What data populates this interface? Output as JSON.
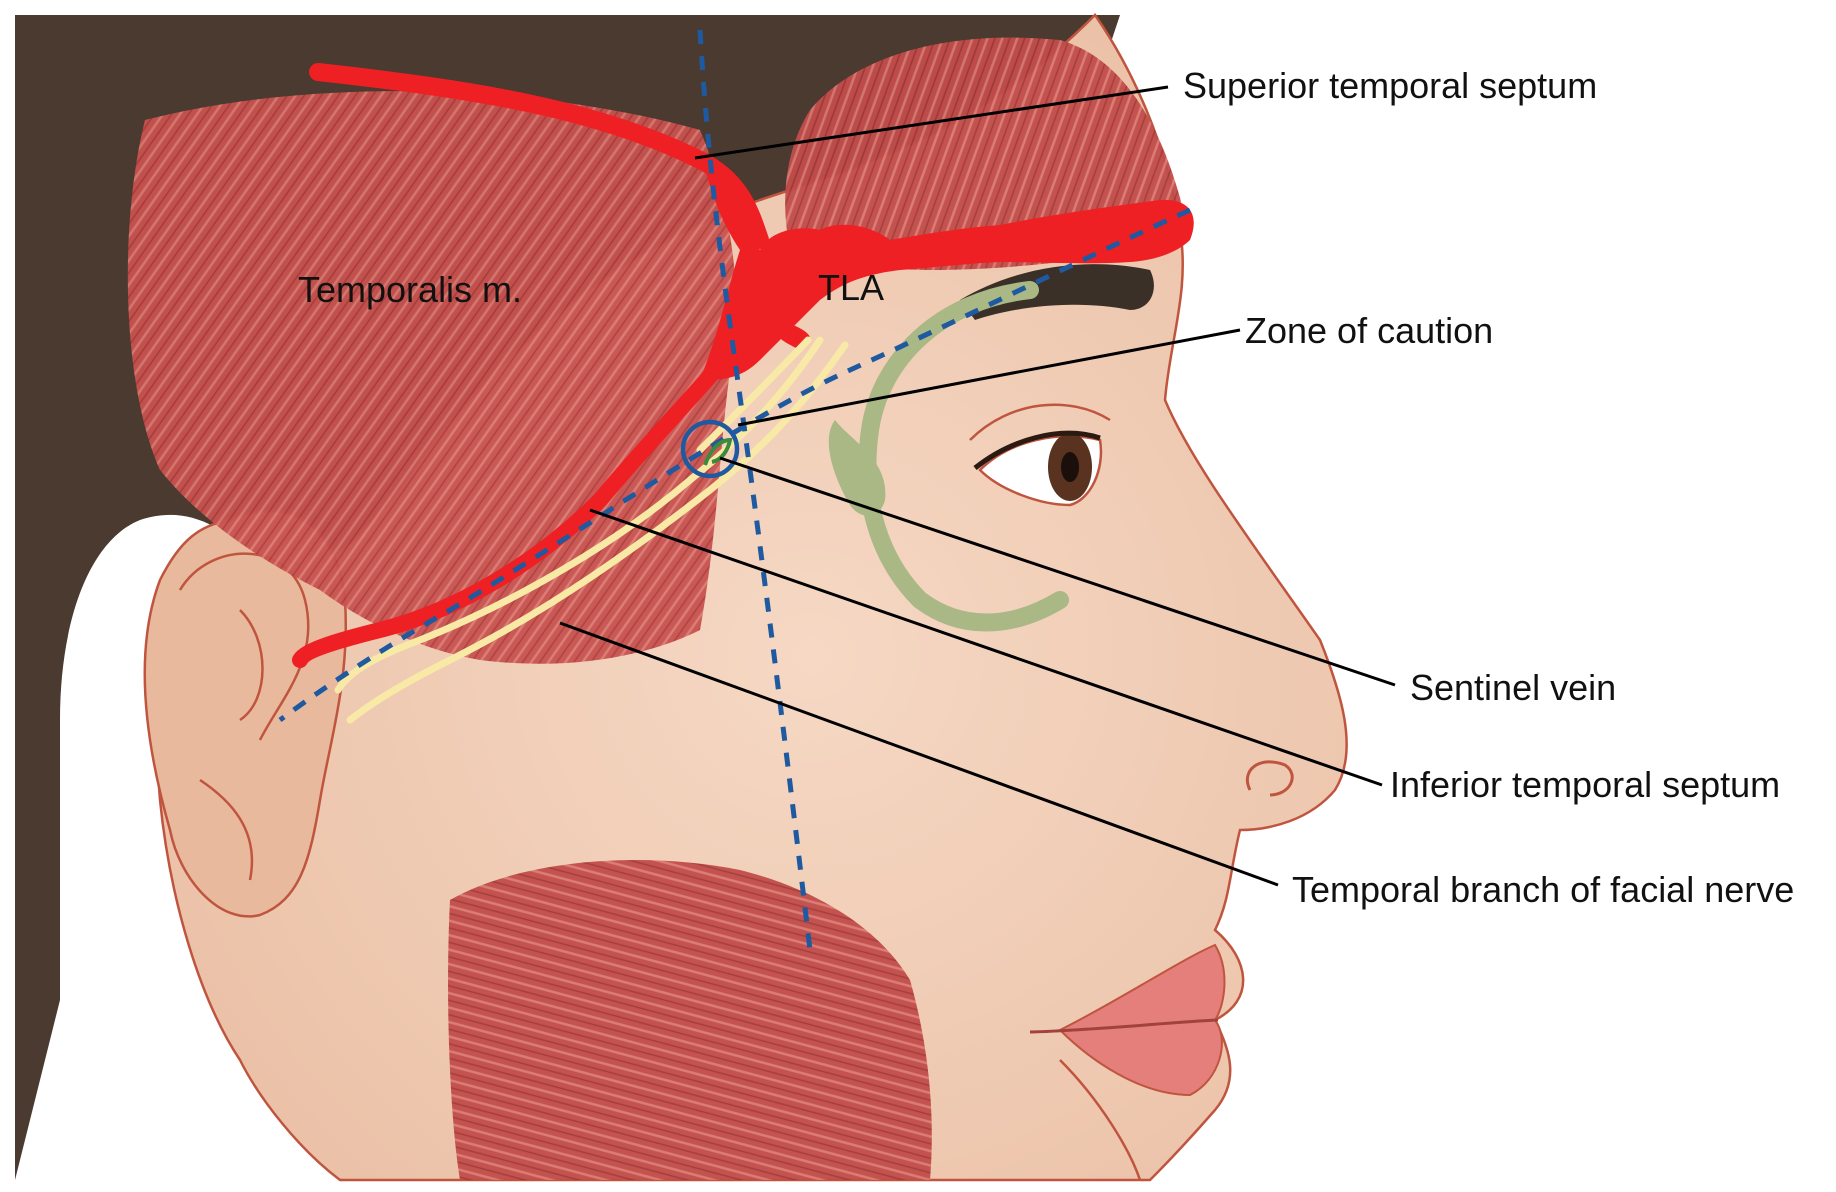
{
  "labels": {
    "superior_temporal_septum": "Superior temporal septum",
    "temporalis_muscle": "Temporalis m.",
    "tla": "TLA",
    "zone_of_caution": "Zone of caution",
    "sentinel_vein": "Sentinel vein",
    "inferior_temporal_septum": "Inferior temporal septum",
    "temporal_branch_facial_nerve": "Temporal branch of facial nerve"
  },
  "colors": {
    "hair": "#4a3a30",
    "skin": "#f2cdb5",
    "muscle": "#c8524f",
    "septum": "#ee2024",
    "nerve": "#f8eaa6",
    "orbital_ligament": "#a9b884",
    "guide_line": "#1f5aa0",
    "outline": "#c0553f"
  }
}
